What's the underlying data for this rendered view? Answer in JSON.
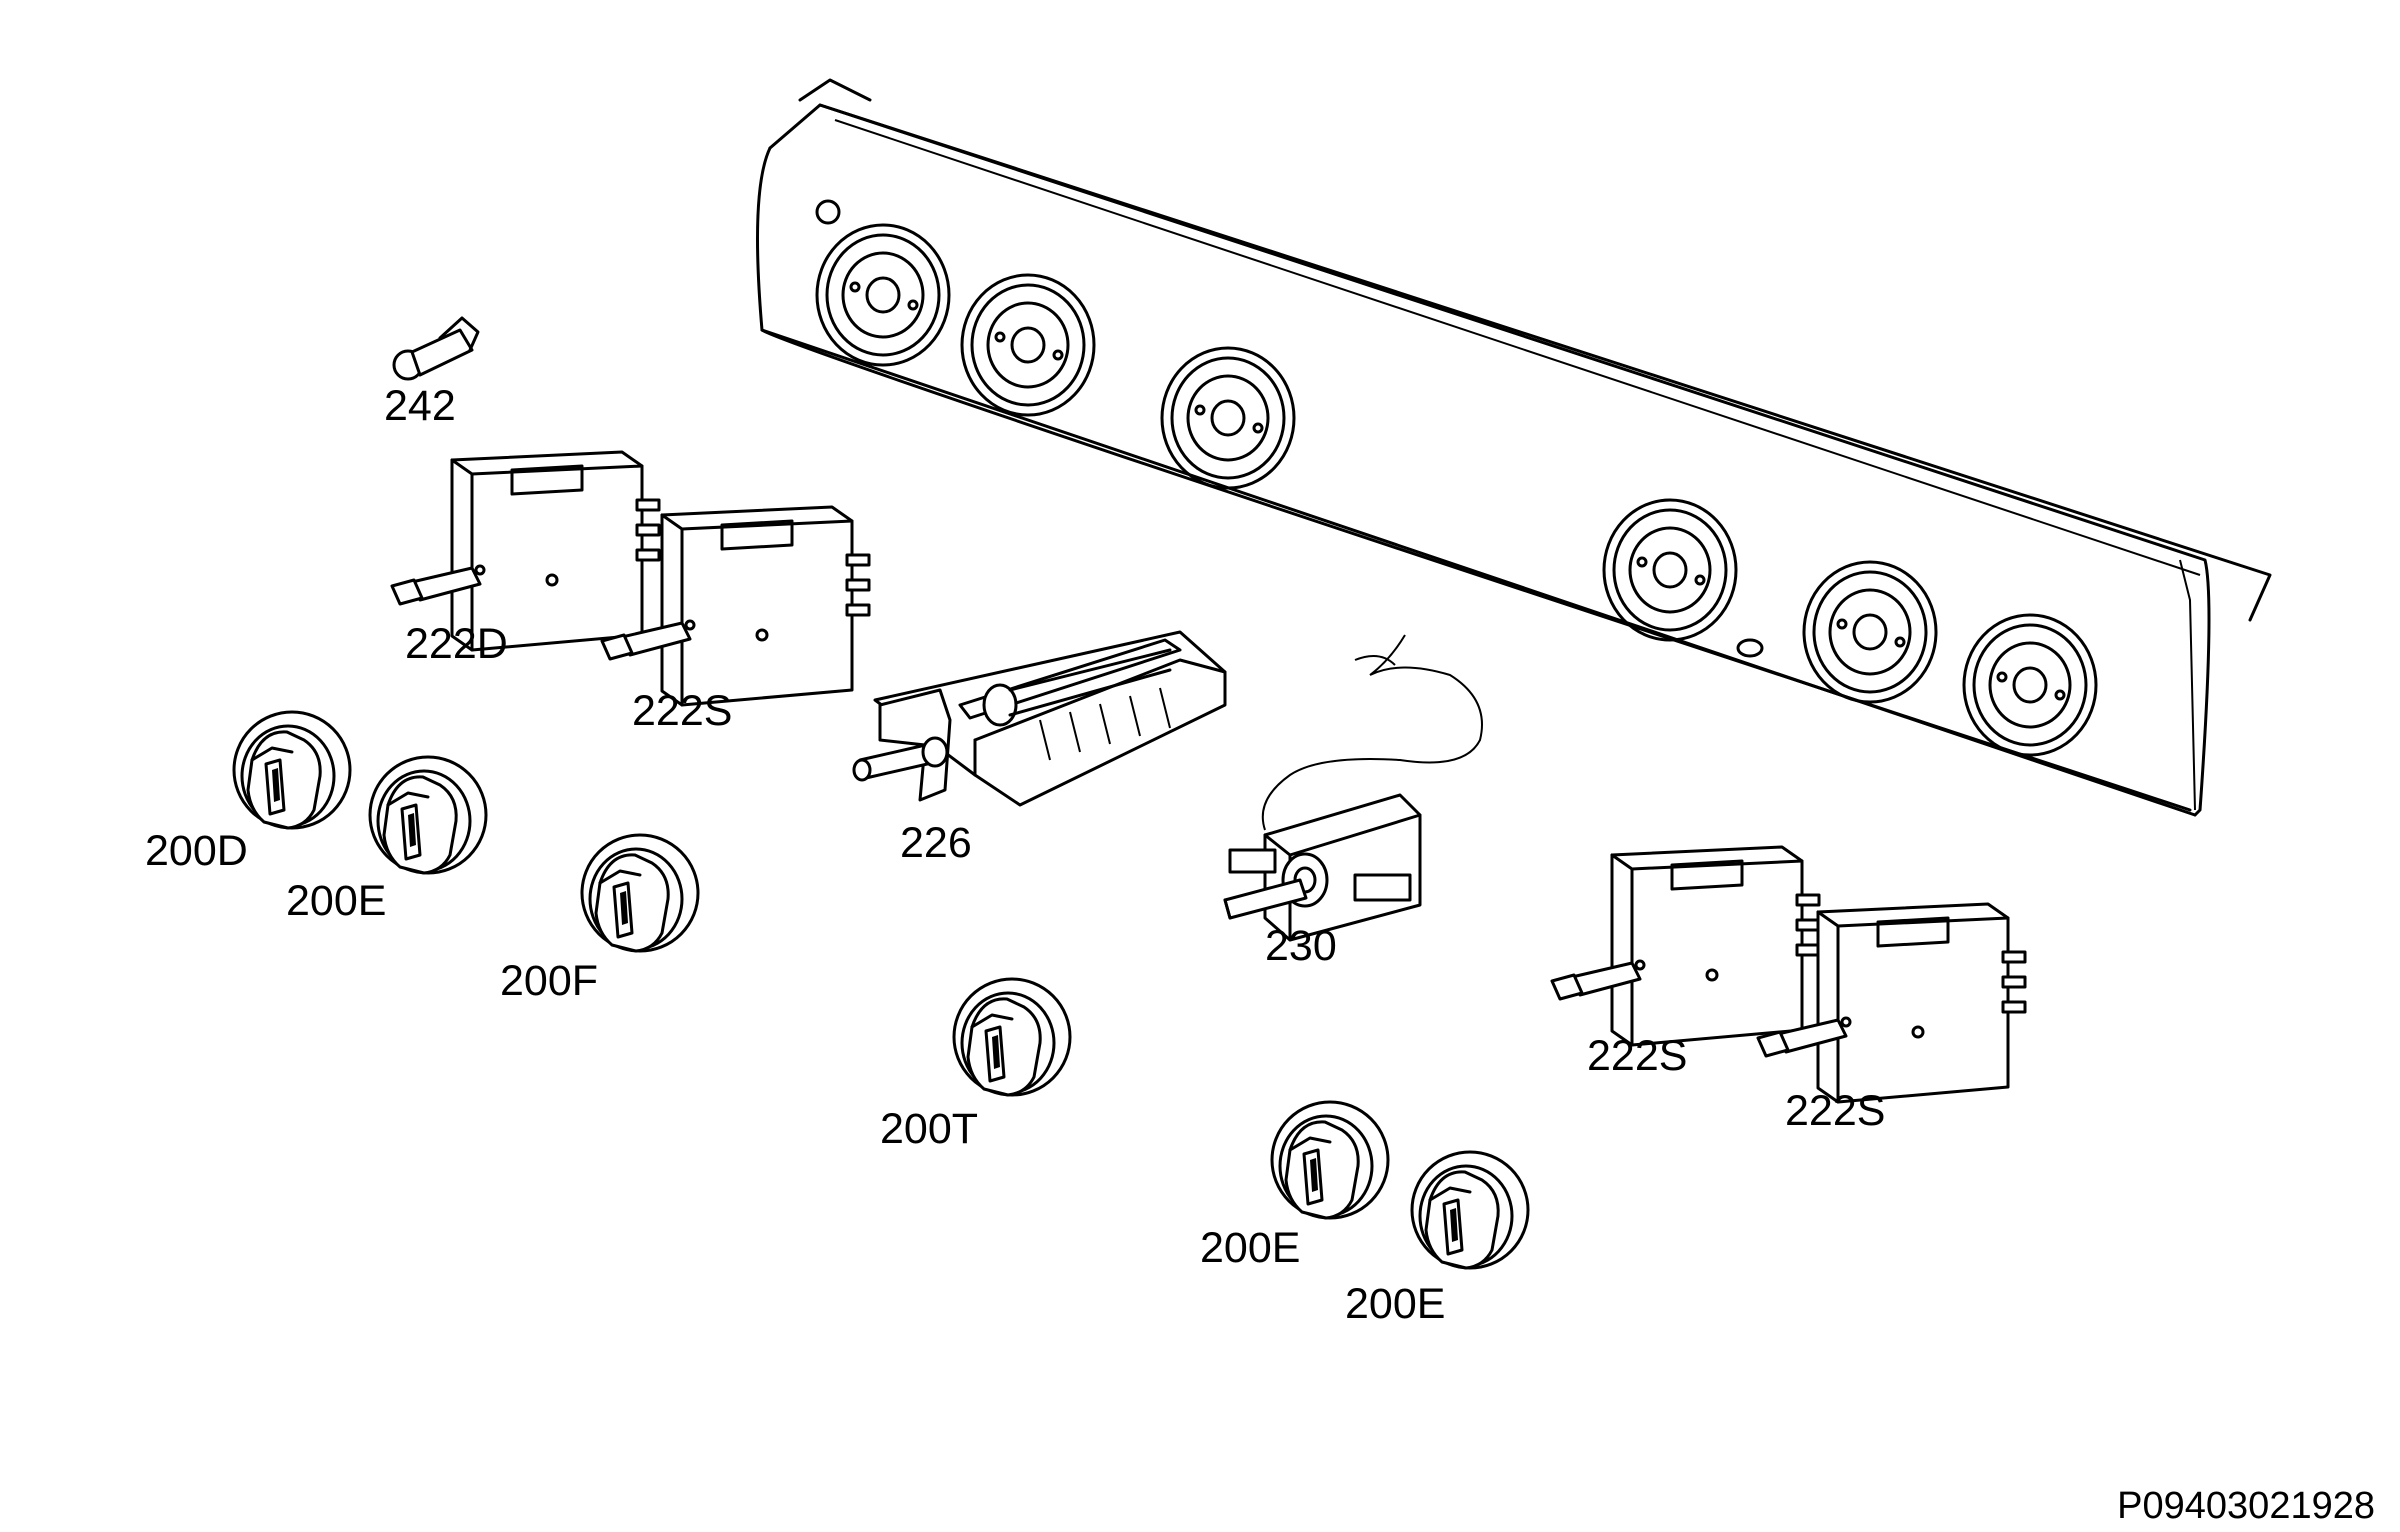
{
  "parts": [
    {
      "id": "p242",
      "label": "242"
    },
    {
      "id": "p222D",
      "label": "222D"
    },
    {
      "id": "p222S_a",
      "label": "222S"
    },
    {
      "id": "p226",
      "label": "226"
    },
    {
      "id": "p230",
      "label": "230"
    },
    {
      "id": "p222S_b",
      "label": "222S"
    },
    {
      "id": "p222S_c",
      "label": "222S"
    },
    {
      "id": "p200D",
      "label": "200D"
    },
    {
      "id": "p200E_a",
      "label": "200E"
    },
    {
      "id": "p200F",
      "label": "200F"
    },
    {
      "id": "p200T",
      "label": "200T"
    },
    {
      "id": "p200E_b",
      "label": "200E"
    },
    {
      "id": "p200E_c",
      "label": "200E"
    }
  ],
  "drawing_code": "P09403021928"
}
